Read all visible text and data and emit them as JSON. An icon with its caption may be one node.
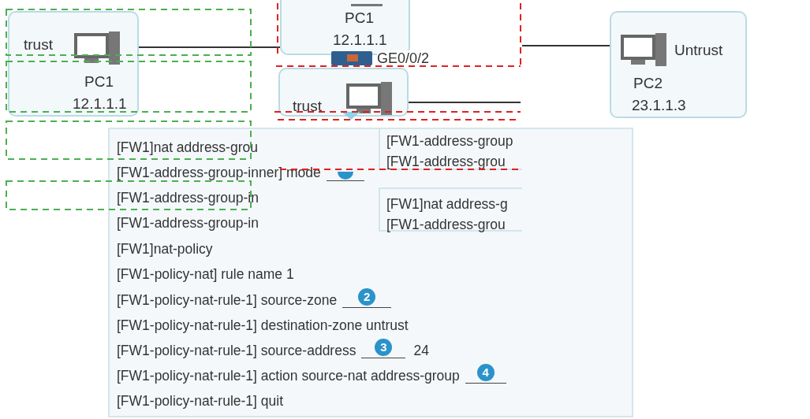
{
  "diagram": {
    "nodes": [
      {
        "text": [
          "trust",
          "PC1",
          "12.1.1.1"
        ]
      },
      {
        "text": [
          "PC1",
          "12.1.1.1"
        ]
      },
      {
        "text": [
          "trust"
        ]
      },
      {
        "text": [
          "Untrust",
          "PC2",
          "23.1.1.3"
        ]
      },
      {
        "text": [
          "[FW1]nat address-grou",
          "[FW1-address-group-inner] mode",
          "[FW1-address-group-in",
          "[FW1-address-group-in",
          "[FW1]nat-policy",
          "[FW1-policy-nat] rule name 1",
          "[FW1-policy-nat-rule-1] source-zone",
          "[FW1-policy-nat-rule-1] destination-zone untrust",
          "[FW1-policy-nat-rule-1] source-address",
          "[FW1-policy-nat-rule-1] action source-nat address-group",
          "[FW1-policy-nat-rule-1] quit"
        ]
      },
      {
        "text": [
          "[FW1-address-group",
          "[FW1-address-grou"
        ],
        "in": 4
      },
      {
        "text": [
          "[FW1]nat address-g",
          "[FW1-address-grou"
        ],
        "in": 4
      }
    ],
    "edges": [
      {
        "from": 0,
        "to": 1,
        "arrow": "none"
      },
      {
        "from": null,
        "to": 3,
        "arrow": "none"
      },
      {
        "from": 2,
        "to": null,
        "arrow": "none"
      }
    ],
    "labels": [
      "GE0/0/2",
      "2",
      "3",
      "24",
      "4"
    ]
  }
}
